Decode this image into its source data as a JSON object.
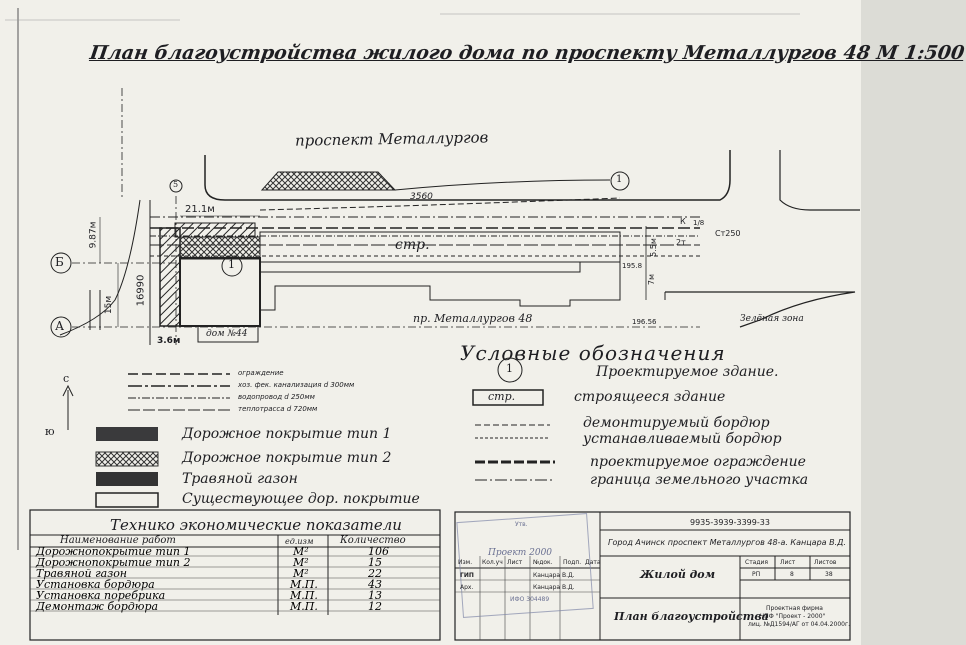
{
  "title": "План благоустройства  жилого дома по проспекту Металлургов 48 М 1:500",
  "plan": {
    "street_top": "проспект Металлургов",
    "street_bottom": "пр. Металлургов 48",
    "green_zone": "Зелёная зона",
    "house44": "дом №44",
    "construction": "стр.",
    "building_number": "1",
    "axis_b": "Б",
    "axis_a": "А",
    "axis_5": "5",
    "dims": {
      "d21": "21.1м",
      "d3560": "3560",
      "d987": "9.87м",
      "d16990": "16990",
      "d15": "15м",
      "d36": "3.6м",
      "d55": "5.5м",
      "d7": "7м",
      "st250": "Ст250",
      "k": "К",
      "one_over_eight": "1/8",
      "two_t": "2т",
      "elev1": "195.8",
      "elev2": "196.56"
    }
  },
  "small_legend": [
    {
      "label": "ограждение"
    },
    {
      "label": "хоз. фек. канализация d 300мм"
    },
    {
      "label": "водопровод d 250мм"
    },
    {
      "label": "теплотрасса d 720мм"
    }
  ],
  "north": {
    "c": "с",
    "yu": "ю"
  },
  "paving_legend": [
    {
      "label": "Дорожное покрытие тип 1"
    },
    {
      "label": "Дорожное покрытие тип 2"
    },
    {
      "label": "Травяной газон"
    },
    {
      "label": "Существующее дор. покрытие"
    }
  ],
  "legend": {
    "title": "Условные обозначения",
    "items": [
      {
        "label": "Проектируемое здание."
      },
      {
        "label": "строящееся здание"
      },
      {
        "label": "демонтируемый бордюр"
      },
      {
        "label": "устанавливаемый бордюр"
      },
      {
        "label": "проектируемое ограждение"
      },
      {
        "label": "граница земельного участка"
      }
    ],
    "legend_circle": "1",
    "legend_box": "стр."
  },
  "table": {
    "title": "Технико экономические показатели",
    "headers": [
      "Наименование работ",
      "ед.изм",
      "Количество"
    ],
    "rows": [
      {
        "name": "Дорожнопокрытие тип 1",
        "unit": "М²",
        "qty": "106"
      },
      {
        "name": "Дорожнопокрытие тип 2",
        "unit": "М²",
        "qty": "15"
      },
      {
        "name": "Травяной газон",
        "unit": "М²",
        "qty": "22"
      },
      {
        "name": "Установка бордюра",
        "unit": "М.П.",
        "qty": "43"
      },
      {
        "name": "Установка поребрика",
        "unit": "М.П.",
        "qty": "13"
      },
      {
        "name": "Демонтаж бордюра",
        "unit": "М.П.",
        "qty": "12"
      }
    ]
  },
  "stamp": {
    "code": "9935-3939-3399-33",
    "address": "Город Ачинск проспект Металлургов 48-а. Канцара В.Д.",
    "object": "Жилой дом",
    "drawing": "План благоустройства",
    "stadia_h": "Стадия",
    "list_h": "Лист",
    "lists_h": "Листов",
    "stadia": "РП",
    "list": "8",
    "lists": "38",
    "firm1": "Проектная фирма",
    "firm2": "ЧПФ \"Проект - 2000\"",
    "firm3": "лиц. №Д1594/АГ от 04.04.2000г.",
    "cols": [
      "Изм.",
      "Кол.уч",
      "Лист",
      "№док.",
      "Подп.",
      "Дата"
    ],
    "gip": "ГИП",
    "gip_name": "Канцара В.Д.",
    "arch": "Арх.",
    "arch_name": "Канцара В.Д.",
    "seal1": "Утв.",
    "seal2": "Проект 2000",
    "seal3": "ИФО 304489"
  }
}
